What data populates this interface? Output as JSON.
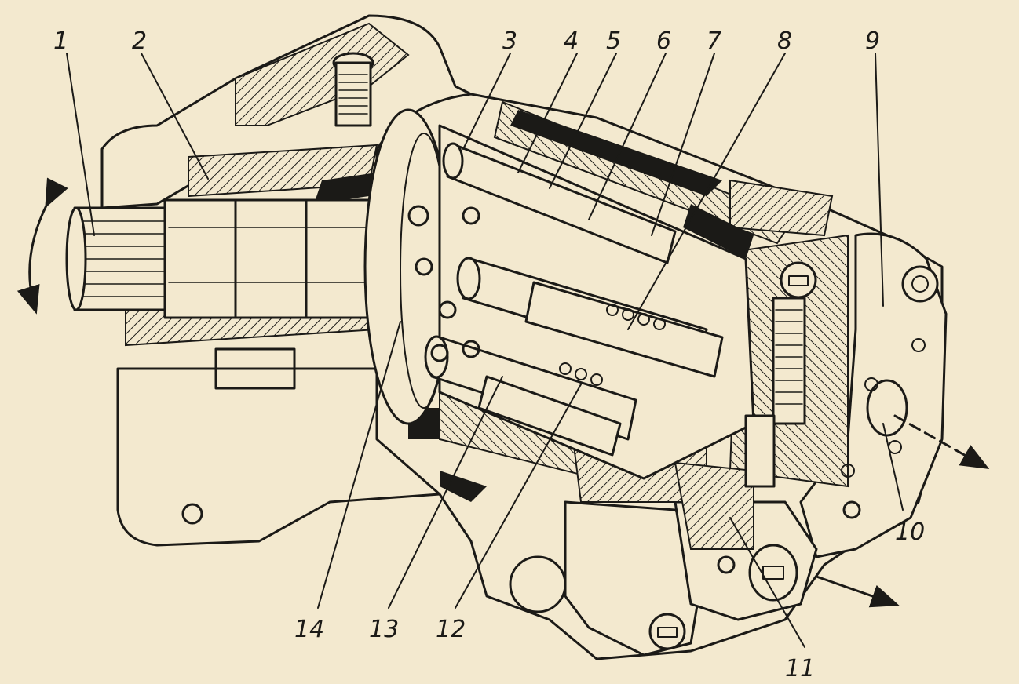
{
  "figure": {
    "callouts": [
      {
        "id": "c1",
        "label": "1"
      },
      {
        "id": "c2",
        "label": "2"
      },
      {
        "id": "c3",
        "label": "3"
      },
      {
        "id": "c4",
        "label": "4"
      },
      {
        "id": "c5",
        "label": "5"
      },
      {
        "id": "c6",
        "label": "6"
      },
      {
        "id": "c7",
        "label": "7"
      },
      {
        "id": "c8",
        "label": "8"
      },
      {
        "id": "c9",
        "label": "9"
      },
      {
        "id": "c10",
        "label": "10"
      },
      {
        "id": "c11",
        "label": "11"
      },
      {
        "id": "c12",
        "label": "12"
      },
      {
        "id": "c13",
        "label": "13"
      },
      {
        "id": "c14",
        "label": "14"
      }
    ],
    "colors": {
      "paper": "#f3e9cf",
      "ink": "#1b1a17"
    }
  }
}
